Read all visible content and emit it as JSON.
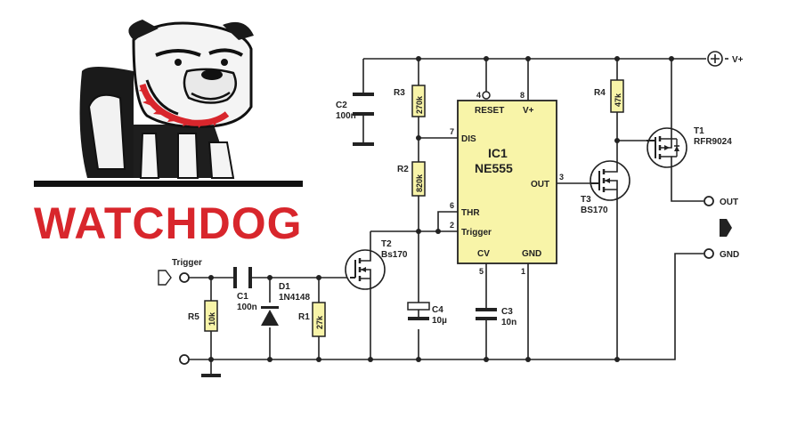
{
  "logo": {
    "text": "WATCHDOG",
    "color": "#d8262c",
    "icon": "bulldog-icon"
  },
  "colors": {
    "ic_fill": "#f8f4a8",
    "wire": "#222222",
    "accent": "#d8262c"
  },
  "rails": {
    "vplus": "V+",
    "out": "OUT",
    "gnd": "GND",
    "trigger": "Trigger"
  },
  "ic": {
    "name": "IC1",
    "part": "NE555",
    "pins": {
      "reset": "RESET",
      "vplus": "V+",
      "dis": "DIS",
      "thr": "THR",
      "trigger": "Trigger",
      "cv": "CV",
      "gnd": "GND",
      "out": "OUT"
    },
    "pin_numbers": {
      "reset": "4",
      "vplus": "8",
      "dis": "7",
      "thr": "6",
      "trigger": "2",
      "cv": "5",
      "gnd": "1",
      "out": "3"
    }
  },
  "components": {
    "c1": {
      "ref": "C1",
      "value": "100n"
    },
    "c2": {
      "ref": "C2",
      "value": "100n"
    },
    "c3": {
      "ref": "C3",
      "value": "10n"
    },
    "c4": {
      "ref": "C4",
      "value": "10µ"
    },
    "r1": {
      "ref": "R1",
      "value": "27k"
    },
    "r2": {
      "ref": "R2",
      "value": "820k"
    },
    "r3": {
      "ref": "R3",
      "value": "270k"
    },
    "r4": {
      "ref": "R4",
      "value": "47k"
    },
    "r5": {
      "ref": "R5",
      "value": "10k"
    },
    "d1": {
      "ref": "D1",
      "value": "1N4148"
    },
    "t1": {
      "ref": "T1",
      "value": "RFR9024"
    },
    "t2": {
      "ref": "T2",
      "value": "Bs170"
    },
    "t3": {
      "ref": "T3",
      "value": "BS170"
    }
  }
}
